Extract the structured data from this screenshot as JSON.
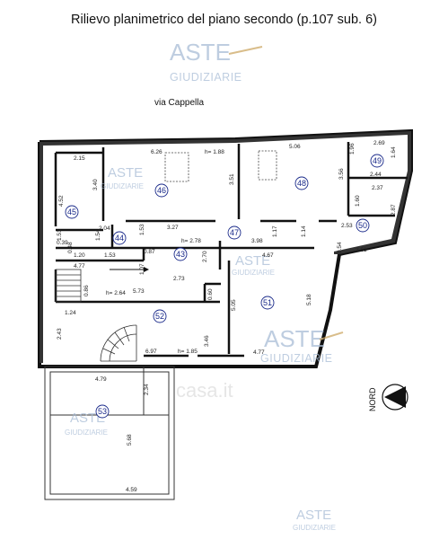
{
  "title": "Rilievo planimetrico del piano secondo (p.107 sub. 6)",
  "street": "via Cappella",
  "north_label": "NORD",
  "watermark": {
    "aste": "ASTE",
    "giudiziarie": "GIUDIZIARIE",
    "casa": "casa.it"
  },
  "rooms": [
    {
      "id": "45",
      "label": "45"
    },
    {
      "id": "46",
      "label": "46"
    },
    {
      "id": "48",
      "label": "48"
    },
    {
      "id": "49",
      "label": "49"
    },
    {
      "id": "50",
      "label": "50"
    },
    {
      "id": "44",
      "label": "44"
    },
    {
      "id": "43",
      "label": "43"
    },
    {
      "id": "47",
      "label": "47"
    },
    {
      "id": "51",
      "label": "51"
    },
    {
      "id": "52",
      "label": "52"
    },
    {
      "id": "53",
      "label": "53"
    }
  ],
  "dimensions": [
    "2.15",
    "6.26",
    "h= 1.88",
    "5.06",
    "1.96",
    "2.69",
    "1.64",
    "3.40",
    "4.52",
    "3.51",
    "3.56",
    "2.44",
    "2.37",
    "1.60",
    "2.87",
    "2.04",
    "3.27",
    "2.53",
    "1.51",
    "1.54",
    "1.53",
    "h= 2.78",
    "3.98",
    "1.17",
    "1.14",
    "0.39",
    "0.48",
    "1.20",
    "1.53",
    "0.87",
    "2.70",
    "4.67",
    "0.54",
    "2.61",
    "4.77",
    "1.07",
    "2.73",
    "0.86",
    "h= 2.64",
    "5.73",
    "0.60",
    "5.05",
    "5.18",
    "1.24",
    "2.43",
    "3.46",
    "6.97",
    "h= 1.85",
    "4.77",
    "4.79",
    "2.34",
    "5.68",
    "4.59"
  ],
  "colors": {
    "room_number": "#1a2a8a",
    "watermark": "#a9bdd6",
    "wall": "#111111"
  }
}
